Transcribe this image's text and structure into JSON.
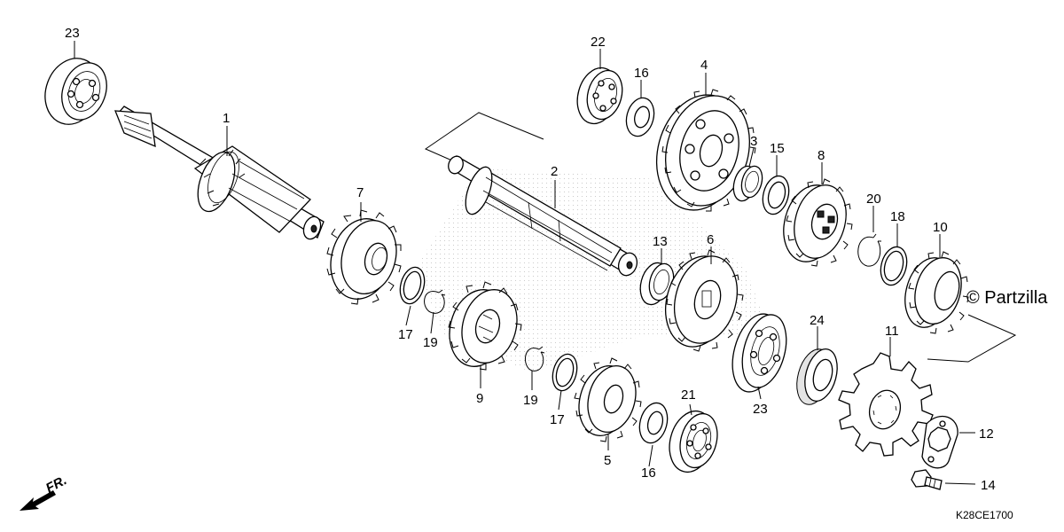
{
  "labels": {
    "p1": "1",
    "p2": "2",
    "p3": "3",
    "p4": "4",
    "p5": "5",
    "p6": "6",
    "p7": "7",
    "p8": "8",
    "p9": "9",
    "p10": "10",
    "p11": "11",
    "p12": "12",
    "p13": "13",
    "p14": "14",
    "p15": "15",
    "p16a": "16",
    "p16b": "16",
    "p17a": "17",
    "p17b": "17",
    "p18": "18",
    "p19a": "19",
    "p19b": "19",
    "p20": "20",
    "p21": "21",
    "p22": "22",
    "p23a": "23",
    "p23b": "23",
    "p24": "24"
  },
  "watermark": "© Partzilla",
  "diagram_code": "K28CE1700",
  "front_indicator": "FR."
}
